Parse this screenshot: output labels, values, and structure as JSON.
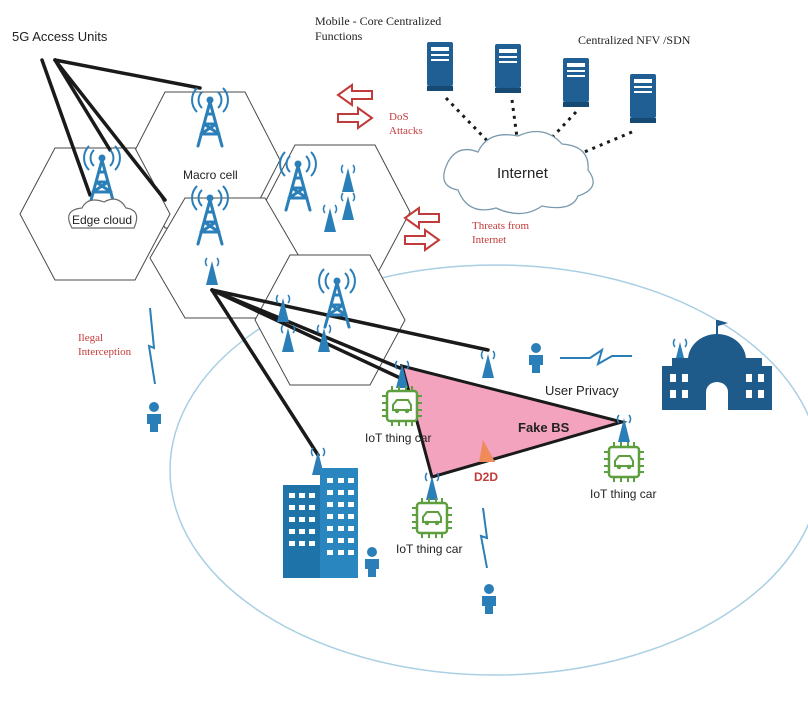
{
  "labels": {
    "access_units": "5G Access Units",
    "mobile_core_line1": "Mobile - Core Centralized",
    "mobile_core_line2": "Functions",
    "nfv_sdn": "Centralized NFV /SDN",
    "internet": "Internet",
    "dos_line1": "DoS",
    "dos_line2": "Attacks",
    "threats_line1": "Threats from",
    "threats_line2": "Internet",
    "macro_cell": "Macro cell",
    "edge_cloud": "Edge cloud",
    "illegal_line1": "Ilegal",
    "illegal_line2": "Interception",
    "user_privacy": "User Privacy",
    "fake_bs": "Fake BS",
    "d2d": "D2D",
    "iot_car_left": "IoT thing car",
    "iot_car_right": "IoT thing car",
    "iot_car_bottom": "IoT thing car"
  },
  "colors": {
    "icon_blue": "#2b7fb8",
    "server_blue": "#1f5f93",
    "building_blue": "#1e73a8",
    "threat_red": "#c23b3b",
    "fake_bs_fill": "#f4a3bf",
    "iot_green": "#5d9e3f",
    "hex_stroke": "#4a4a4a",
    "coverage_stroke": "#a9cfe4",
    "d2d_orange": "#ef8a5a"
  }
}
